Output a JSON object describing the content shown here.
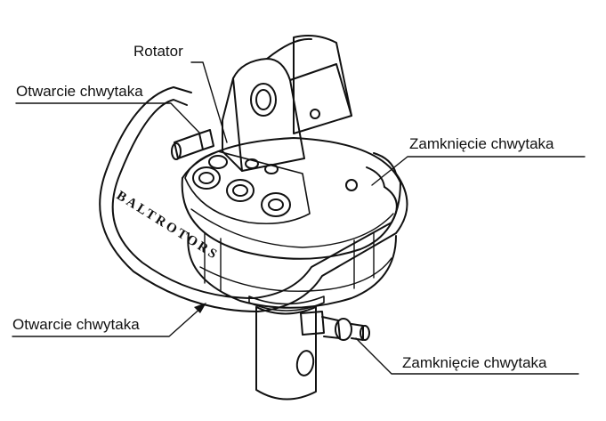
{
  "labels": {
    "rotator": "Rotator",
    "open_top": "Otwarcie chwytaka",
    "close_right": "Zamknięcie chwytaka",
    "open_bottom": "Otwarcie chwytaka",
    "close_bottom": "Zamknięcie chwytaka"
  },
  "engraving": "BALTROTORS",
  "colors": {
    "line": "#111111",
    "background": "#ffffff"
  }
}
